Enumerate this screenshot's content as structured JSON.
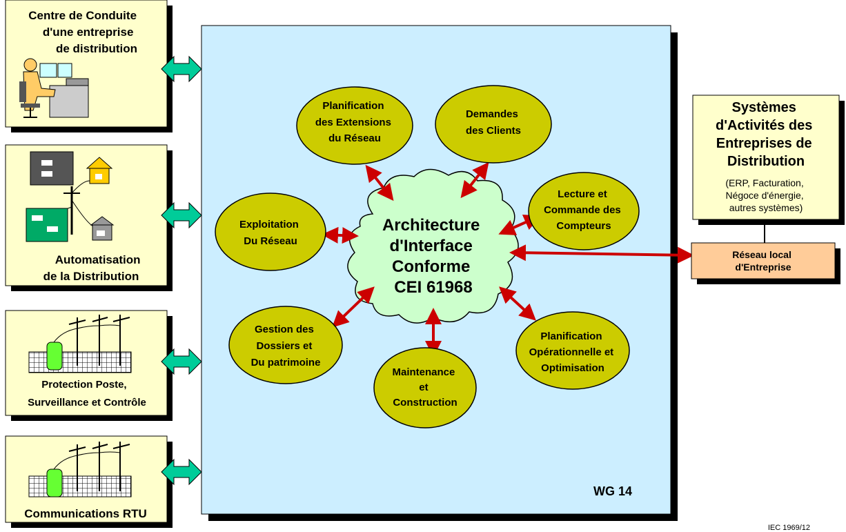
{
  "colors": {
    "side_box_fill": "#ffffcc",
    "main_panel_fill": "#cceeff",
    "ellipse_fill": "#cccc00",
    "cloud_fill": "#ccffcc",
    "lan_fill": "#ffcc99",
    "arrow_red": "#cc0000",
    "arrow_teal": "#00cc99"
  },
  "left_boxes": [
    {
      "lines": [
        "Centre de Conduite",
        "d'une entreprise",
        "de distribution"
      ],
      "icon": "control-operator-icon"
    },
    {
      "lines": [
        "Automatisation",
        "de la Distribution"
      ],
      "icon": "distribution-network-icon"
    },
    {
      "lines": [
        "Protection Poste,",
        "Surveillance et Contrôle"
      ],
      "icon": "substation-icon"
    },
    {
      "lines": [
        "Communications RTU"
      ],
      "icon": "rtu-substation-icon"
    }
  ],
  "center": {
    "lines": [
      "Architecture",
      "d'Interface",
      "Conforme",
      "CEI 61968"
    ]
  },
  "functions": [
    {
      "lines": [
        "Planification",
        "des Extensions",
        "du Réseau"
      ]
    },
    {
      "lines": [
        "Demandes",
        "des Clients"
      ]
    },
    {
      "lines": [
        "Lecture et",
        "Commande des",
        "Compteurs"
      ]
    },
    {
      "lines": [
        "Exploitation",
        "Du Réseau"
      ]
    },
    {
      "lines": [
        "Planification",
        "Opérationnelle et",
        "Optimisation"
      ]
    },
    {
      "lines": [
        "Gestion des",
        "Dossiers et",
        "Du patrimoine"
      ]
    },
    {
      "lines": [
        "Maintenance",
        "et",
        "Construction"
      ]
    }
  ],
  "enterprise_box": {
    "title_lines": [
      "Systèmes",
      "d'Activités des",
      "Entreprises de",
      "Distribution"
    ],
    "detail_lines": [
      "(ERP, Facturation,",
      "Négoce d'énergie,",
      "autres systèmes)"
    ]
  },
  "lan_box": {
    "lines": [
      "Réseau local",
      "d'Entreprise"
    ]
  },
  "panel_label": "WG 14",
  "footnote": "IEC 1969/12"
}
